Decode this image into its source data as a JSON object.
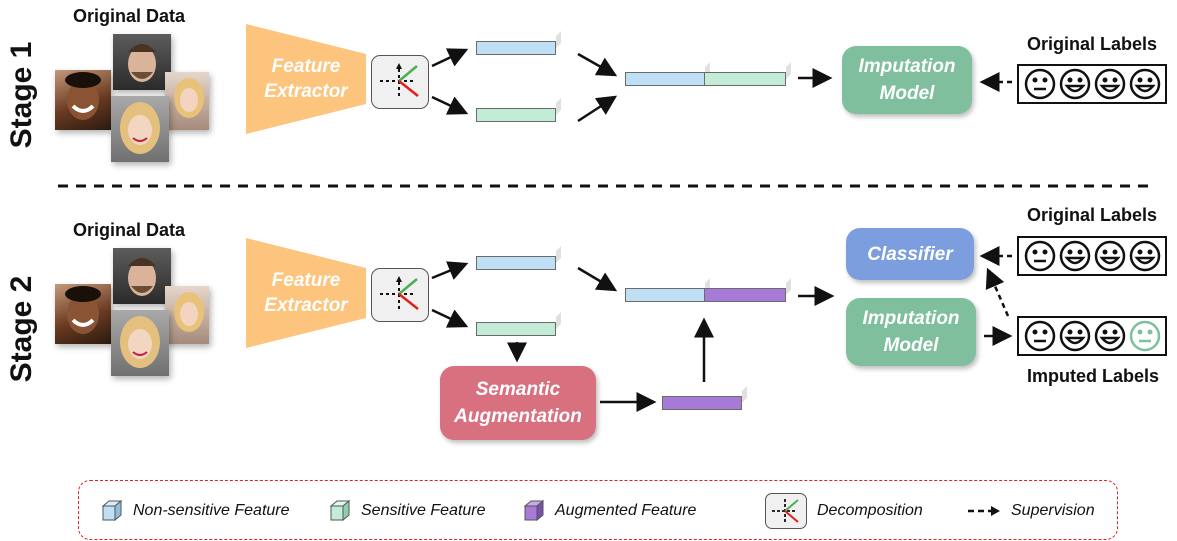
{
  "stages": [
    {
      "label": "Stage 1"
    },
    {
      "label": "Stage 2"
    }
  ],
  "captions": {
    "original_data": "Original Data",
    "original_labels": "Original Labels",
    "imputed_labels": "Imputed Labels"
  },
  "blocks": {
    "feature_extractor": [
      "Feature",
      "Extractor"
    ],
    "imputation_model": [
      "Imputation",
      "Model"
    ],
    "classifier": "Classifier",
    "semantic_augmentation": [
      "Semantic",
      "Augmentation"
    ]
  },
  "faces": {
    "stage1_original": [
      "neutral",
      "happy",
      "happy",
      "happy"
    ],
    "stage2_original": [
      "neutral",
      "happy",
      "happy",
      "happy"
    ],
    "stage2_imputed": [
      "neutral",
      "happy",
      "happy",
      "neutral-imputed"
    ]
  },
  "legend": {
    "non_sensitive": "Non-sensitive Feature",
    "sensitive": "Sensitive Feature",
    "augmented": "Augmented Feature",
    "decomposition": "Decomposition",
    "supervision": "Supervision"
  },
  "colors": {
    "feature_extractor": "#fcc47c",
    "imputation": "#7fbf9d",
    "classifier": "#7c9ede",
    "semantic": "#d9707f",
    "non_sensitive": "#bfe0f4",
    "sensitive": "#c3ecd6",
    "augmented": "#a77ad8",
    "imputed_face": "#7fbf9d",
    "legend_border": "#d22222"
  }
}
